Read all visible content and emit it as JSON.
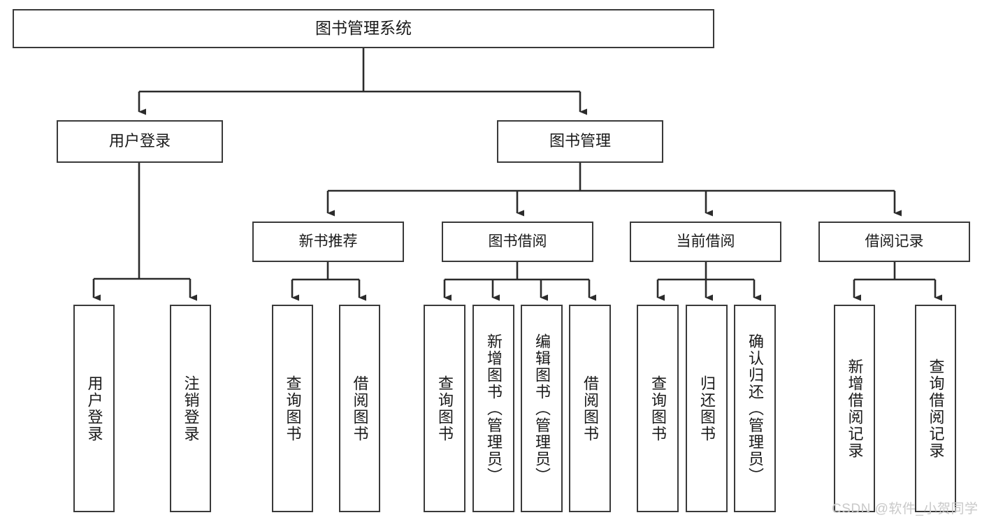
{
  "diagram": {
    "title": "图书管理系统",
    "type": "tree-hierarchy-diagram",
    "colors": {
      "box_border": "#3a3a3a",
      "box_fill": "#ffffff",
      "connector": "#2b2b2b",
      "text": "#1a1a1a",
      "watermark": "#c9c9c9"
    },
    "root": {
      "label": "图书管理系统"
    },
    "level2": [
      {
        "id": "user-login",
        "label": "用户登录"
      },
      {
        "id": "book-management",
        "label": "图书管理"
      }
    ],
    "level3": [
      {
        "id": "new-book-recommend",
        "label": "新书推荐"
      },
      {
        "id": "book-borrow",
        "label": "图书借阅"
      },
      {
        "id": "current-borrow",
        "label": "当前借阅"
      },
      {
        "id": "borrow-record",
        "label": "借阅记录"
      }
    ],
    "leaves": {
      "user_login": [
        {
          "id": "leaf-user-login",
          "label": "用户登录"
        },
        {
          "id": "leaf-logout-login",
          "label": "注销登录"
        }
      ],
      "new_book_recommend": [
        {
          "id": "leaf-query-book-1",
          "label": "查询图书"
        },
        {
          "id": "leaf-borrow-book-1",
          "label": "借阅图书"
        }
      ],
      "book_borrow": [
        {
          "id": "leaf-query-book-2",
          "label": "查询图书"
        },
        {
          "id": "leaf-add-book",
          "label": "新增图书（管理员）"
        },
        {
          "id": "leaf-edit-book",
          "label": "编辑图书（管理员）"
        },
        {
          "id": "leaf-borrow-book-2",
          "label": "借阅图书"
        }
      ],
      "current_borrow": [
        {
          "id": "leaf-query-book-3",
          "label": "查询图书"
        },
        {
          "id": "leaf-return-book",
          "label": "归还图书"
        },
        {
          "id": "leaf-confirm-return",
          "label": "确认归还（管理员）"
        }
      ],
      "borrow_record": [
        {
          "id": "leaf-add-record",
          "label": "新增借阅记录"
        },
        {
          "id": "leaf-query-record",
          "label": "查询借阅记录"
        }
      ]
    }
  },
  "watermark": {
    "text": "CSDN @软件_小贺同学"
  }
}
